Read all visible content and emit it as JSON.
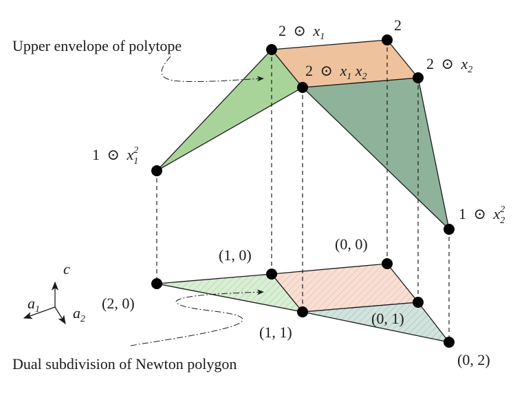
{
  "captions": {
    "upper": "Upper envelope of polytope",
    "lower": "Dual subdivision of Newton polygon"
  },
  "vertex_labels": {
    "x1": {
      "coef": "2",
      "var": "x",
      "sub": "1"
    },
    "const": {
      "coef": "2"
    },
    "x2": {
      "coef": "2",
      "var": "x",
      "sub": "2"
    },
    "x1x2": {
      "coef": "2",
      "var1": "x",
      "sub1": "1",
      "var2": "x",
      "sub2": "2"
    },
    "x1sq": {
      "coef": "1",
      "var": "x",
      "sub": "1",
      "sup": "2"
    },
    "x2sq": {
      "coef": "1",
      "var": "x",
      "sub": "2",
      "sup": "2"
    },
    "odot": "⊙"
  },
  "newton_labels": {
    "p10": "(1, 0)",
    "p00": "(0, 0)",
    "p20": "(2, 0)",
    "p11": "(1, 1)",
    "p01": "(0, 1)",
    "p02": "(0, 2)"
  },
  "axes": {
    "c": "c",
    "a1": {
      "var": "a",
      "sub": "1"
    },
    "a2": {
      "var": "a",
      "sub": "2"
    }
  },
  "colors": {
    "green_face": "#a8d49a",
    "dark_green_face": "#8fb39a",
    "orange_face": "#eec29c",
    "hatch_green": "#cfe7cb",
    "hatch_orange": "#f6d8cc",
    "hatch_teal": "#c9dbd5",
    "vertex": "#000000"
  }
}
